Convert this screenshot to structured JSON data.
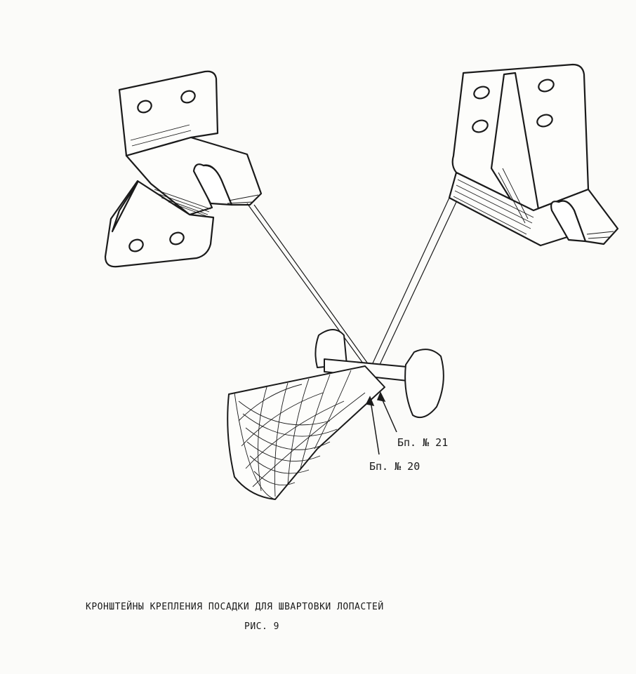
{
  "labels": {
    "part_21": "Бп. № 21",
    "part_20": "Бп. № 20"
  },
  "caption": {
    "title": "КРОНШТЕЙНЫ КРЕПЛЕНИЯ ПОСАДКИ ДЛЯ ШВАРТОВКИ ЛОПАСТЕЙ",
    "figure": "РИС. 9"
  },
  "colors": {
    "ink": "#1a1a1a",
    "paper": "#fbfbf9"
  }
}
